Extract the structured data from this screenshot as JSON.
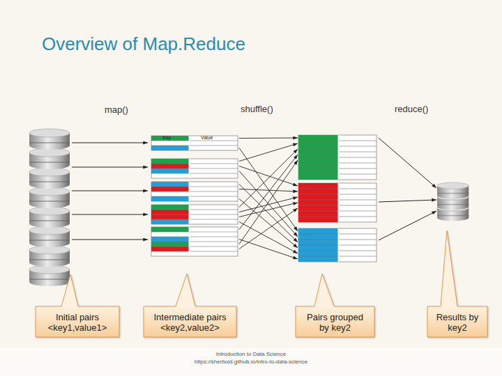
{
  "diagram": {
    "title": "Overview of Map.Reduce",
    "nodes": [
      {
        "text": [
          "Initial pairs <key1,value1>"
        ]
      },
      {
        "text": [
          "Intermediate pairs <key2,value2>"
        ]
      },
      {
        "text": [
          "Pairs grouped by key2"
        ]
      },
      {
        "text": [
          "Results by key2"
        ]
      }
    ],
    "labels": [
      "map()",
      "shuffle()",
      "reduce()",
      "Key",
      "Value",
      "Introduction to Data Science",
      "https://sherbold.github.io/intro-to-data-science"
    ]
  }
}
